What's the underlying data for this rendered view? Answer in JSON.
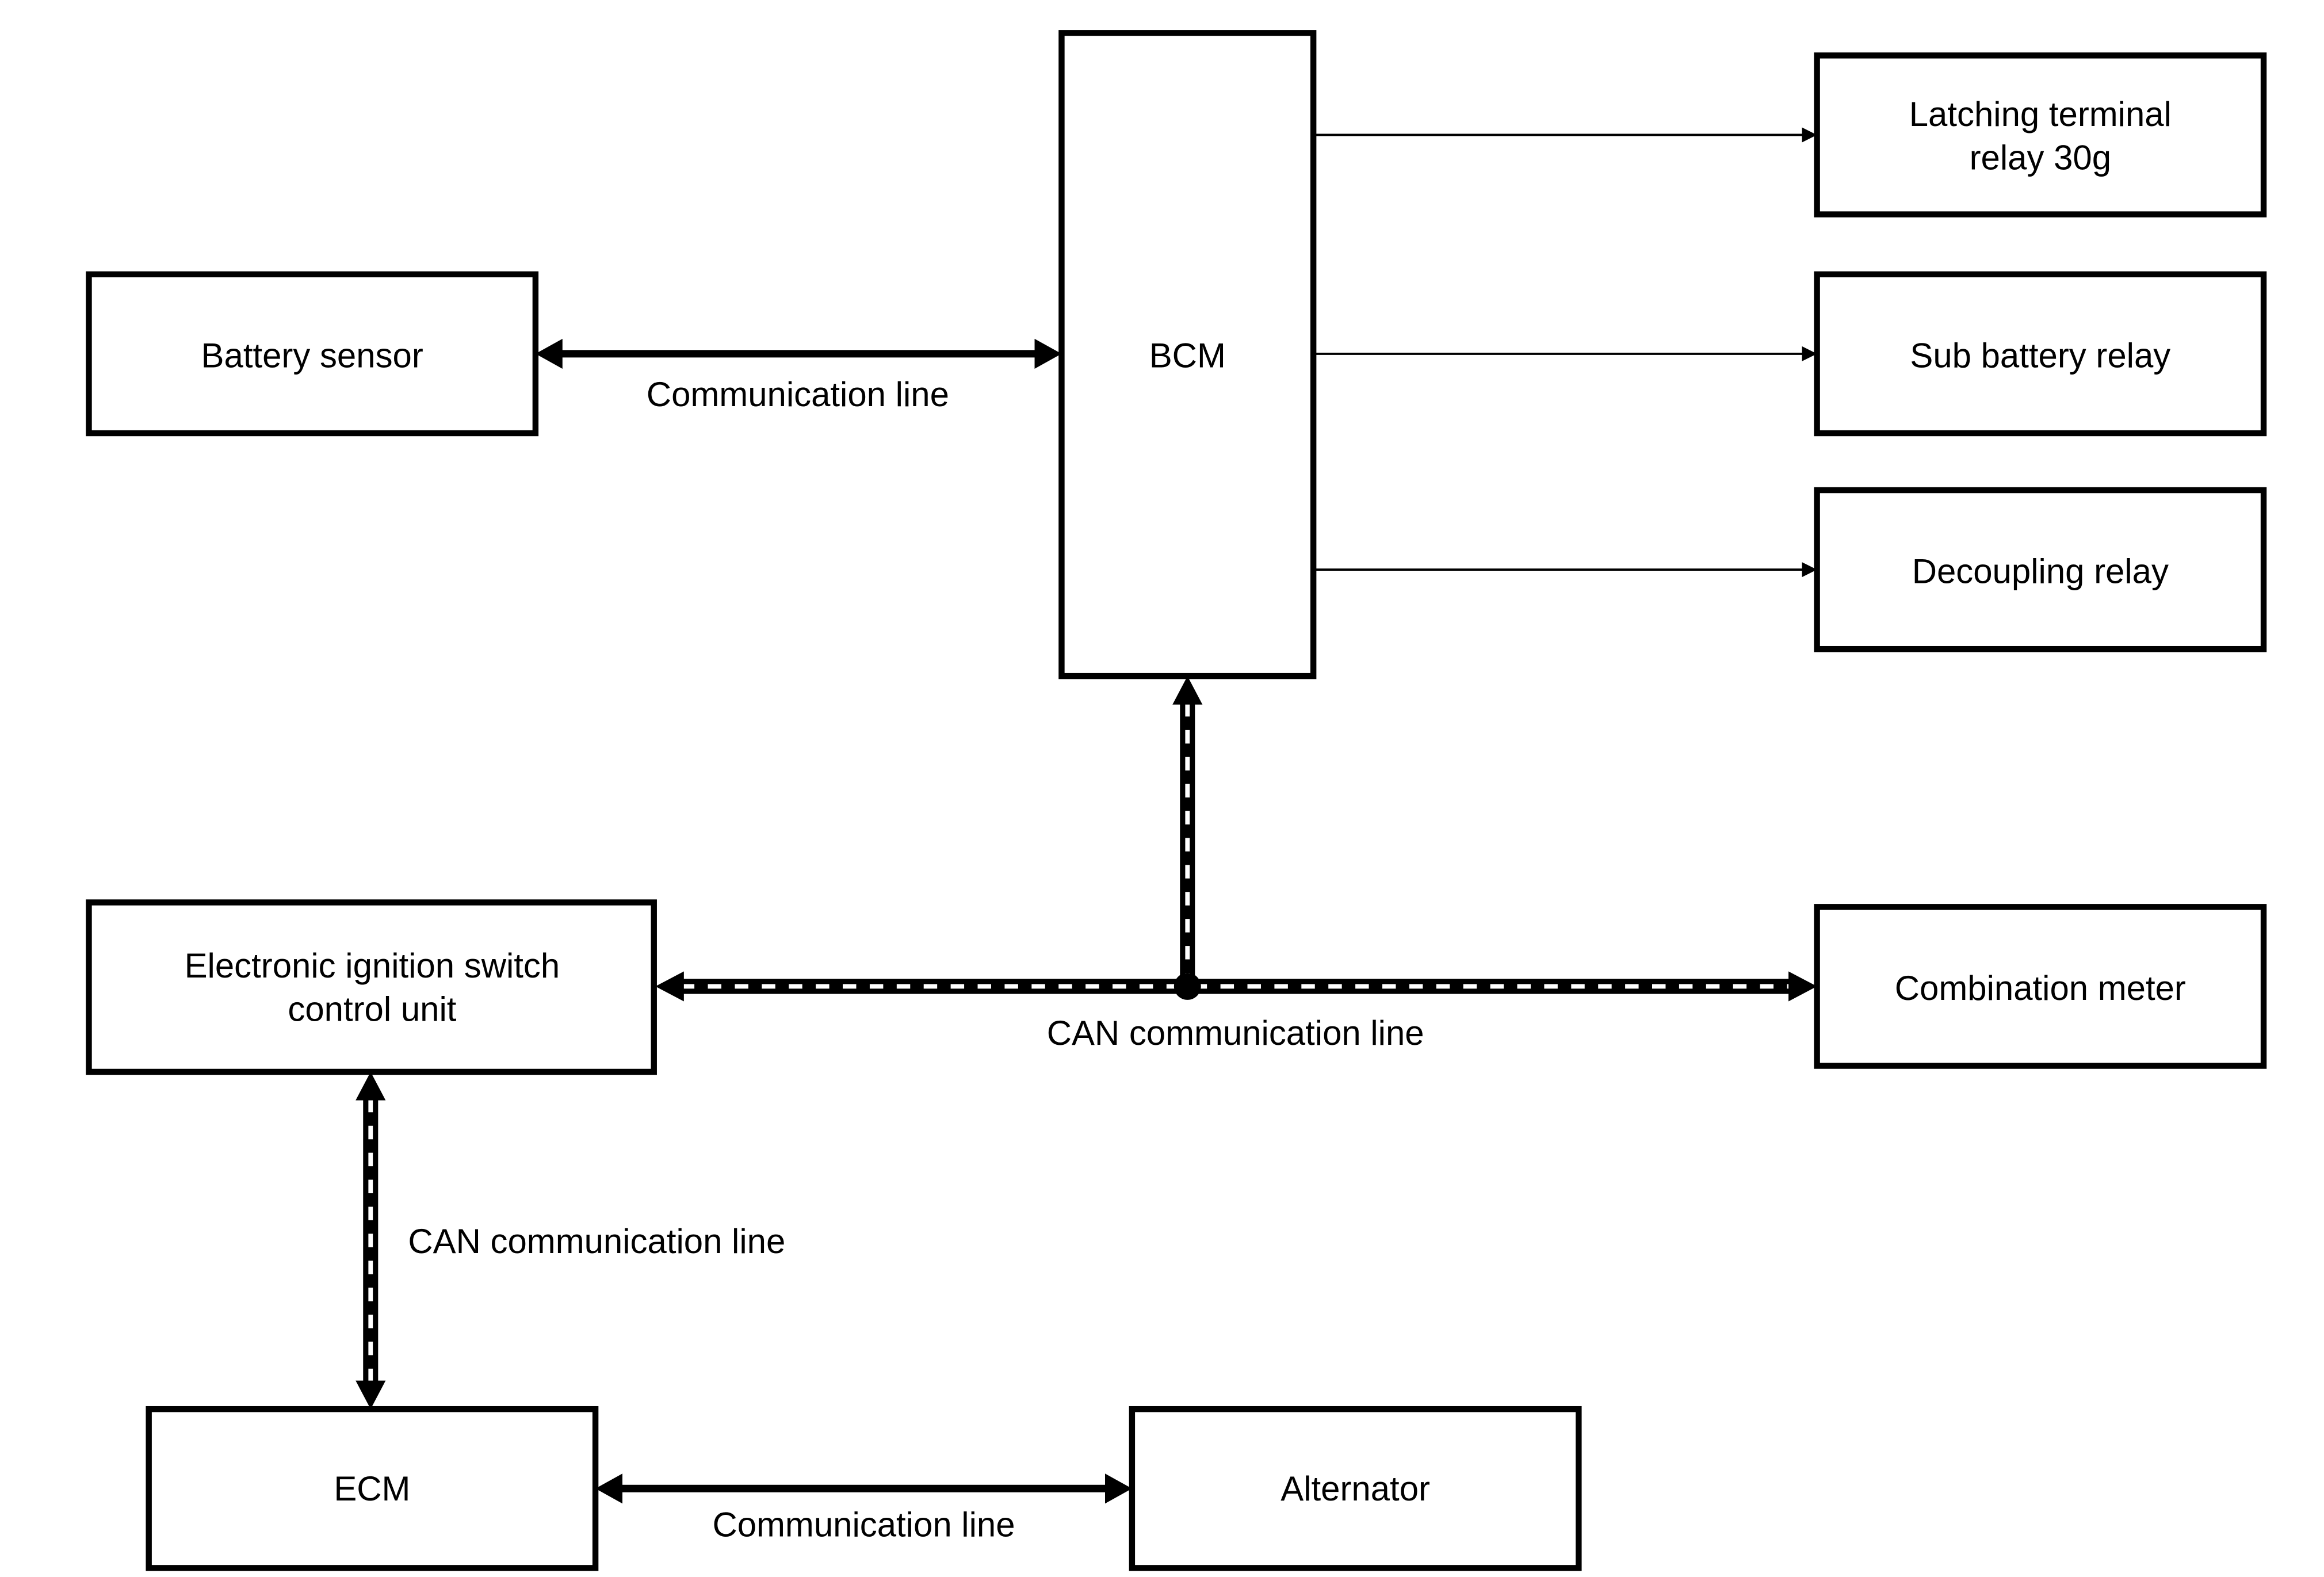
{
  "nodes": {
    "battery_sensor": "Battery sensor",
    "bcm": "BCM",
    "latching_relay": [
      "Latching terminal",
      "relay 30g"
    ],
    "sub_battery_relay": "Sub battery relay",
    "decoupling_relay": "Decoupling relay",
    "ignition_unit": [
      "Electronic ignition switch",
      "control unit"
    ],
    "combination_meter": "Combination meter",
    "ecm": "ECM",
    "alternator": "Alternator"
  },
  "edges": {
    "battery_bcm": "Communication line",
    "can_main": "CAN communication line",
    "can_ecm": "CAN communication line",
    "ecm_alternator": "Communication line"
  }
}
